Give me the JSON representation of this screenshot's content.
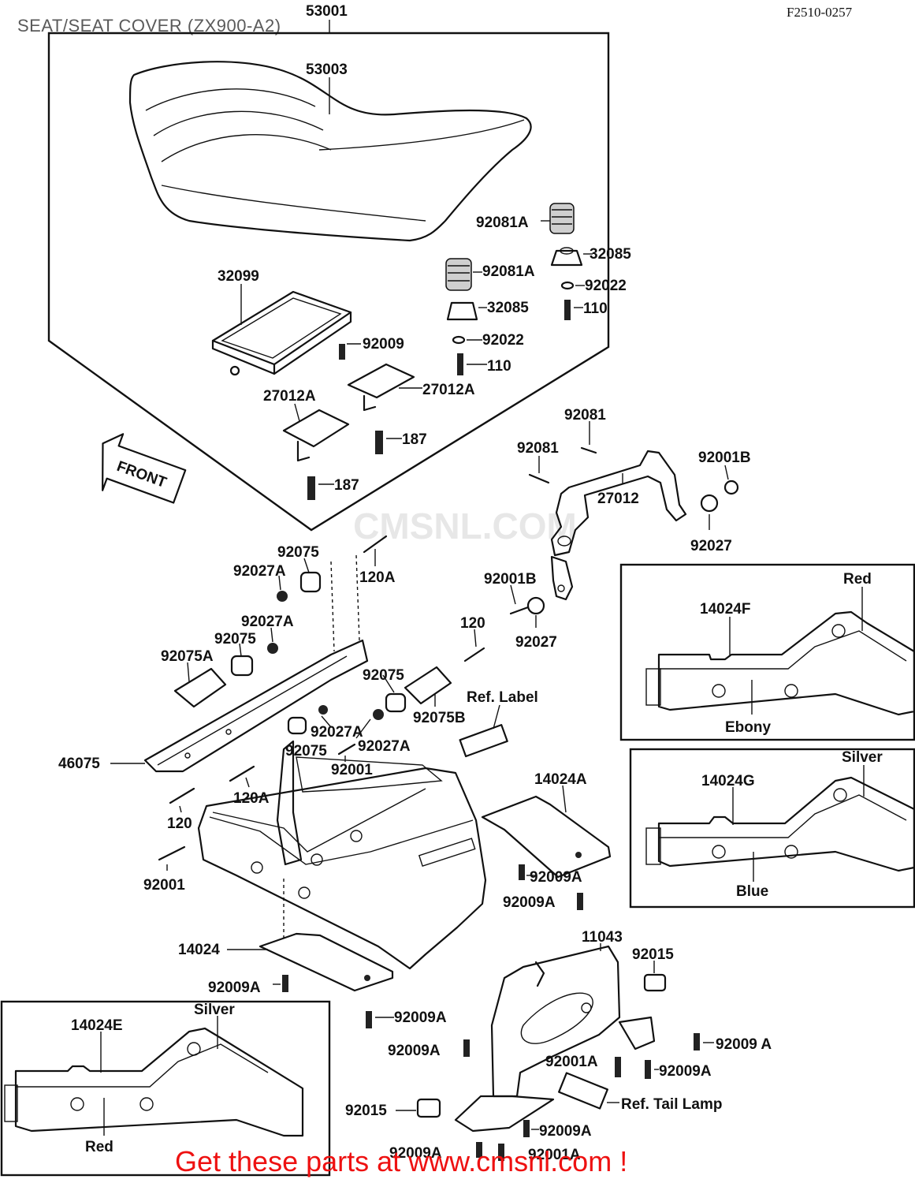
{
  "header": {
    "title": "SEAT/SEAT COVER (ZX900-A2)",
    "figure_code": "F2510-0257"
  },
  "footer": {
    "promo_text": "Get these parts at www.cmsnl.com !"
  },
  "watermark": {
    "text": "CMSNL.COM"
  },
  "direction_arrow": {
    "label": "FRONT"
  },
  "parts": {
    "p53001": "53001",
    "p53003": "53003",
    "p92081A_1": "92081A",
    "p32085_1": "32085",
    "p92081A_2": "92081A",
    "p92022_1": "92022",
    "p32099": "32099",
    "p110_1": "110",
    "p32085_2": "32085",
    "p92009_1": "92009",
    "p92022_2": "92022",
    "p110_2": "110",
    "p27012A_1": "27012A",
    "p27012A_2": "27012A",
    "p92081_1": "92081",
    "p187_1": "187",
    "p92081_2": "92081",
    "p92001B_1": "92001B",
    "p27012": "27012",
    "p187_2": "187",
    "p92027_1": "92027",
    "p92075_1": "92075",
    "p92027A_1": "92027A",
    "p120A_1": "120A",
    "p92001B_2": "92001B",
    "p92027A_2": "92027A",
    "p120_1": "120",
    "p92027_2": "92027",
    "p92075_2": "92075",
    "p92075A": "92075A",
    "p92075_3": "92075",
    "p92075B": "92075B",
    "p_ref_label": "Ref. Label",
    "p92027A_3": "92027A",
    "p92075_4": "92075",
    "p92027A_4": "92027A",
    "p46075": "46075",
    "p92001_1": "92001",
    "p120A_2": "120A",
    "p14024A": "14024A",
    "p120_2": "120",
    "p92001_2": "92001",
    "p92009A_1": "92009A",
    "p92009A_2": "92009A",
    "p11043": "11043",
    "p14024": "14024",
    "p92015_1": "92015",
    "p92009A_3": "92009A",
    "p92009A_4": "92009A",
    "p92009A_5": "92009A",
    "p92009A_6": "92009 A",
    "p92001A_1": "92001A",
    "p92009A_7": "92009A",
    "p_ref_tail": "Ref. Tail Lamp",
    "p92015_2": "92015",
    "p92009A_8": "92009A",
    "p92009A_9": "92009A",
    "p92001A_2": "92001A"
  },
  "insets": {
    "inset_f": {
      "part": "14024F",
      "color_top": "Red",
      "color_bottom": "Ebony"
    },
    "inset_g": {
      "part": "14024G",
      "color_top": "Silver",
      "color_bottom": "Blue"
    },
    "inset_e": {
      "part": "14024E",
      "color_top": "Silver",
      "color_bottom": "Red"
    }
  }
}
